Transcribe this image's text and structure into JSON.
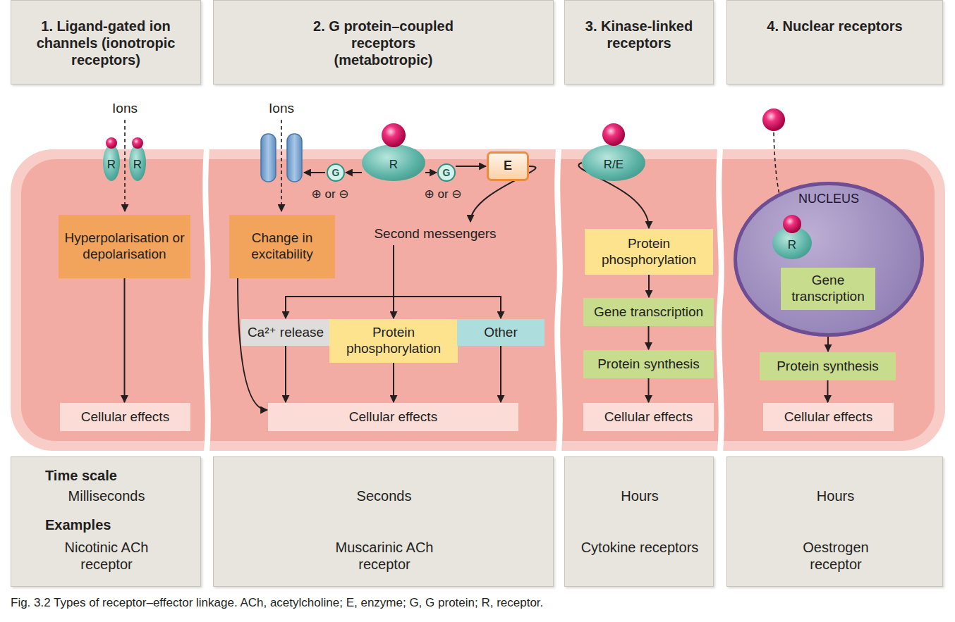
{
  "diagram": {
    "caption": "Fig. 3.2 Types of receptor–effector linkage. ACh, acetylcholine; E, enzyme; G, G protein; R, receptor.",
    "nodes": [
      {
        "text": [
          "1. Ligand-gated ion channels (ionotropic receptors)"
        ]
      },
      {
        "text": [
          "2. G protein–coupled receptors (metabotropic)"
        ]
      },
      {
        "text": [
          "3. Kinase-linked receptors"
        ]
      },
      {
        "text": [
          "4. Nuclear receptors"
        ]
      },
      {
        "text": [
          "R"
        ]
      },
      {
        "text": [
          "R"
        ]
      },
      {
        "text": [
          "Hyperpolarisation or depolarisation"
        ]
      },
      {
        "text": [
          "Cellular effects"
        ]
      },
      {
        "text": [
          "G"
        ]
      },
      {
        "text": [
          "R"
        ]
      },
      {
        "text": [
          "G"
        ]
      },
      {
        "text": [
          "E"
        ]
      },
      {
        "text": [
          "Change in excitability"
        ]
      },
      {
        "text": [
          "Second messengers"
        ]
      },
      {
        "text": [
          "Ca²⁺ release"
        ]
      },
      {
        "text": [
          "Protein phosphorylation"
        ]
      },
      {
        "text": [
          "Other"
        ]
      },
      {
        "text": [
          "Cellular effects"
        ]
      },
      {
        "text": [
          "R/E"
        ]
      },
      {
        "text": [
          "Protein phosphorylation"
        ]
      },
      {
        "text": [
          "Gene transcription"
        ]
      },
      {
        "text": [
          "Protein synthesis"
        ]
      },
      {
        "text": [
          "Cellular effects"
        ]
      },
      {
        "text": [
          "NUCLEUS"
        ]
      },
      {
        "text": [
          "R"
        ],
        "in": 23
      },
      {
        "text": [
          "Gene transcription"
        ],
        "in": 23
      },
      {
        "text": [
          "Protein synthesis"
        ]
      },
      {
        "text": [
          "Cellular effects"
        ]
      },
      {
        "text": [
          "Time scale",
          "Milliseconds",
          "Examples",
          "Nicotinic ACh receptor"
        ]
      },
      {
        "text": [
          "Seconds",
          "Muscarinic ACh receptor"
        ]
      },
      {
        "text": [
          "Hours",
          "Cytokine receptors"
        ]
      },
      {
        "text": [
          "Hours",
          "Oestrogen receptor"
        ]
      }
    ],
    "edges": [
      {
        "from": 6,
        "to": 7,
        "arrow": "to"
      },
      {
        "from": 9,
        "to": 8,
        "arrow": "to"
      },
      {
        "from": 9,
        "to": 10,
        "arrow": "to"
      },
      {
        "from": 10,
        "to": 11,
        "arrow": "to"
      },
      {
        "from": 11,
        "to": 13,
        "arrow": "to"
      },
      {
        "from": 13,
        "to": 14,
        "arrow": "to"
      },
      {
        "from": 13,
        "to": 15,
        "arrow": "to"
      },
      {
        "from": 13,
        "to": 16,
        "arrow": "to"
      },
      {
        "from": 12,
        "to": 17,
        "arrow": "to"
      },
      {
        "from": 14,
        "to": 17,
        "arrow": "to"
      },
      {
        "from": 15,
        "to": 17,
        "arrow": "to"
      },
      {
        "from": 16,
        "to": 17,
        "arrow": "to"
      },
      {
        "from": 18,
        "to": 19,
        "arrow": "to"
      },
      {
        "from": 19,
        "to": 20,
        "arrow": "to"
      },
      {
        "from": 20,
        "to": 21,
        "arrow": "to"
      },
      {
        "from": 21,
        "to": 22,
        "arrow": "to"
      },
      {
        "from": 24,
        "to": 25,
        "arrow": "to"
      },
      {
        "from": 25,
        "to": 26,
        "arrow": "to"
      },
      {
        "from": 26,
        "to": 27,
        "arrow": "to"
      }
    ],
    "labels": [
      "Ions",
      "Ions",
      "⊕ or ⊖",
      "⊕ or ⊖"
    ]
  }
}
